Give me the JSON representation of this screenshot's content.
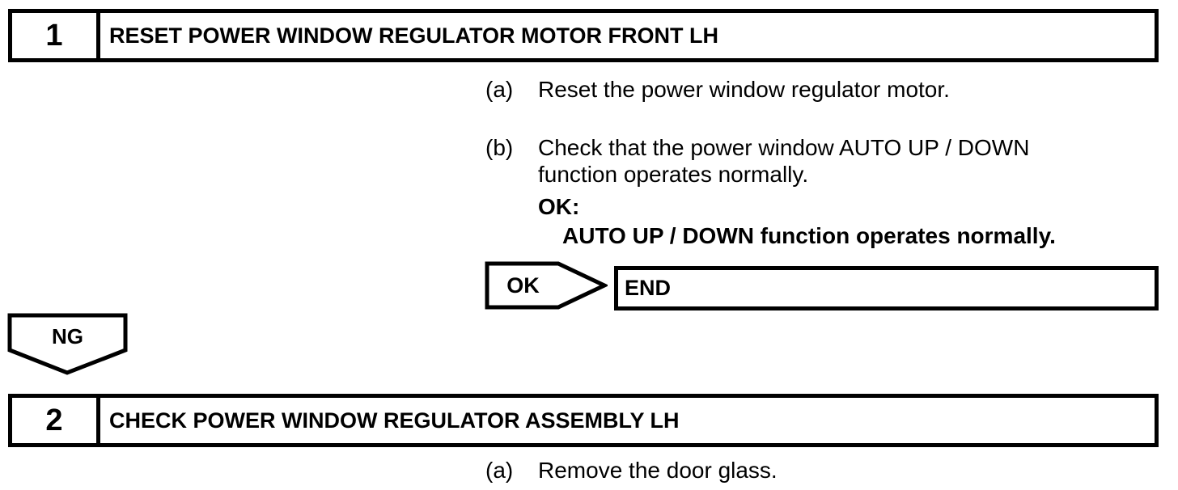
{
  "colors": {
    "ink": "#000000",
    "paper": "#ffffff"
  },
  "step1": {
    "number": "1",
    "title": "RESET POWER WINDOW REGULATOR MOTOR FRONT LH",
    "a_marker": "(a)",
    "a_text": "Reset the power window regulator motor.",
    "b_marker": "(b)",
    "b_line1": "Check that the power window AUTO UP / DOWN",
    "b_line2": "function operates normally.",
    "ok_heading": "OK:",
    "ok_result": "AUTO UP / DOWN function operates normally."
  },
  "flow": {
    "ok_connector": "OK",
    "end_action": "END",
    "ng_connector": "NG"
  },
  "step2": {
    "number": "2",
    "title": "CHECK POWER WINDOW REGULATOR ASSEMBLY LH",
    "a_marker": "(a)",
    "a_text": "Remove the door glass."
  }
}
